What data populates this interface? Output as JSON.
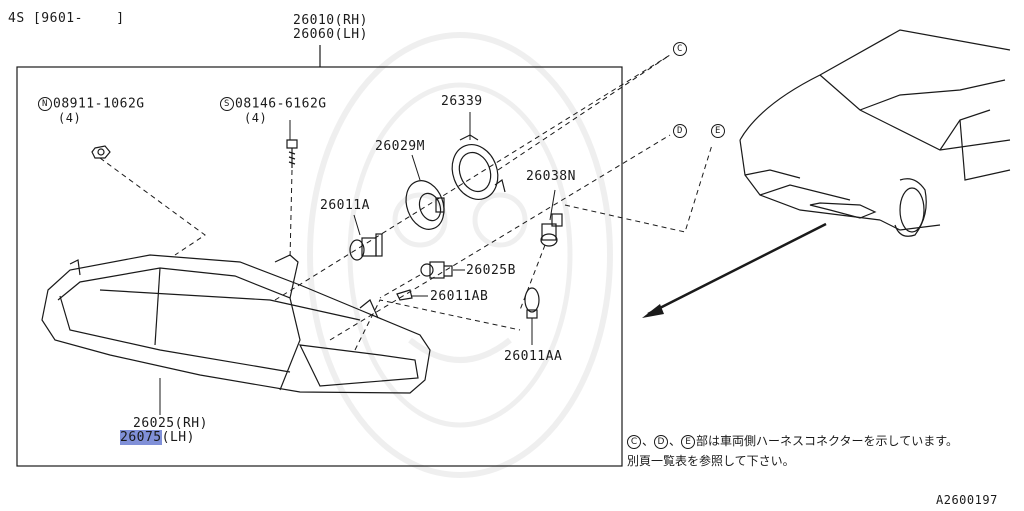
{
  "header": {
    "model_code": "4S [9601-    ]"
  },
  "assembly": {
    "rh": "26010(RH)",
    "lh": "26060(LH)"
  },
  "parts": {
    "nut": {
      "marker": "N",
      "number": "08911-1062G",
      "qty": "(4)"
    },
    "screw": {
      "marker": "S",
      "number": "08146-6162G",
      "qty": "(4)"
    },
    "p26339": "26339",
    "p26029M": "26029M",
    "p26011A": "26011A",
    "p26038N": "26038N",
    "p26025B": "26025B",
    "p26011AB": "26011AB",
    "p26011AA": "26011AA",
    "lens_rh": "26025(RH)",
    "lens_lh_a": "26075",
    "lens_lh_b": "(LH)"
  },
  "refs": {
    "c": "C",
    "d": "D",
    "e": "E"
  },
  "note": {
    "line1_refs": [
      "C",
      "D",
      "E"
    ],
    "line1_text": "部は車両側ハーネスコネクターを示しています。",
    "line2_text": "別頁一覧表を参照して下さい。"
  },
  "figure_id": "A2600197",
  "colors": {
    "line": "#1a1a1a",
    "highlight": "#8090d8"
  }
}
